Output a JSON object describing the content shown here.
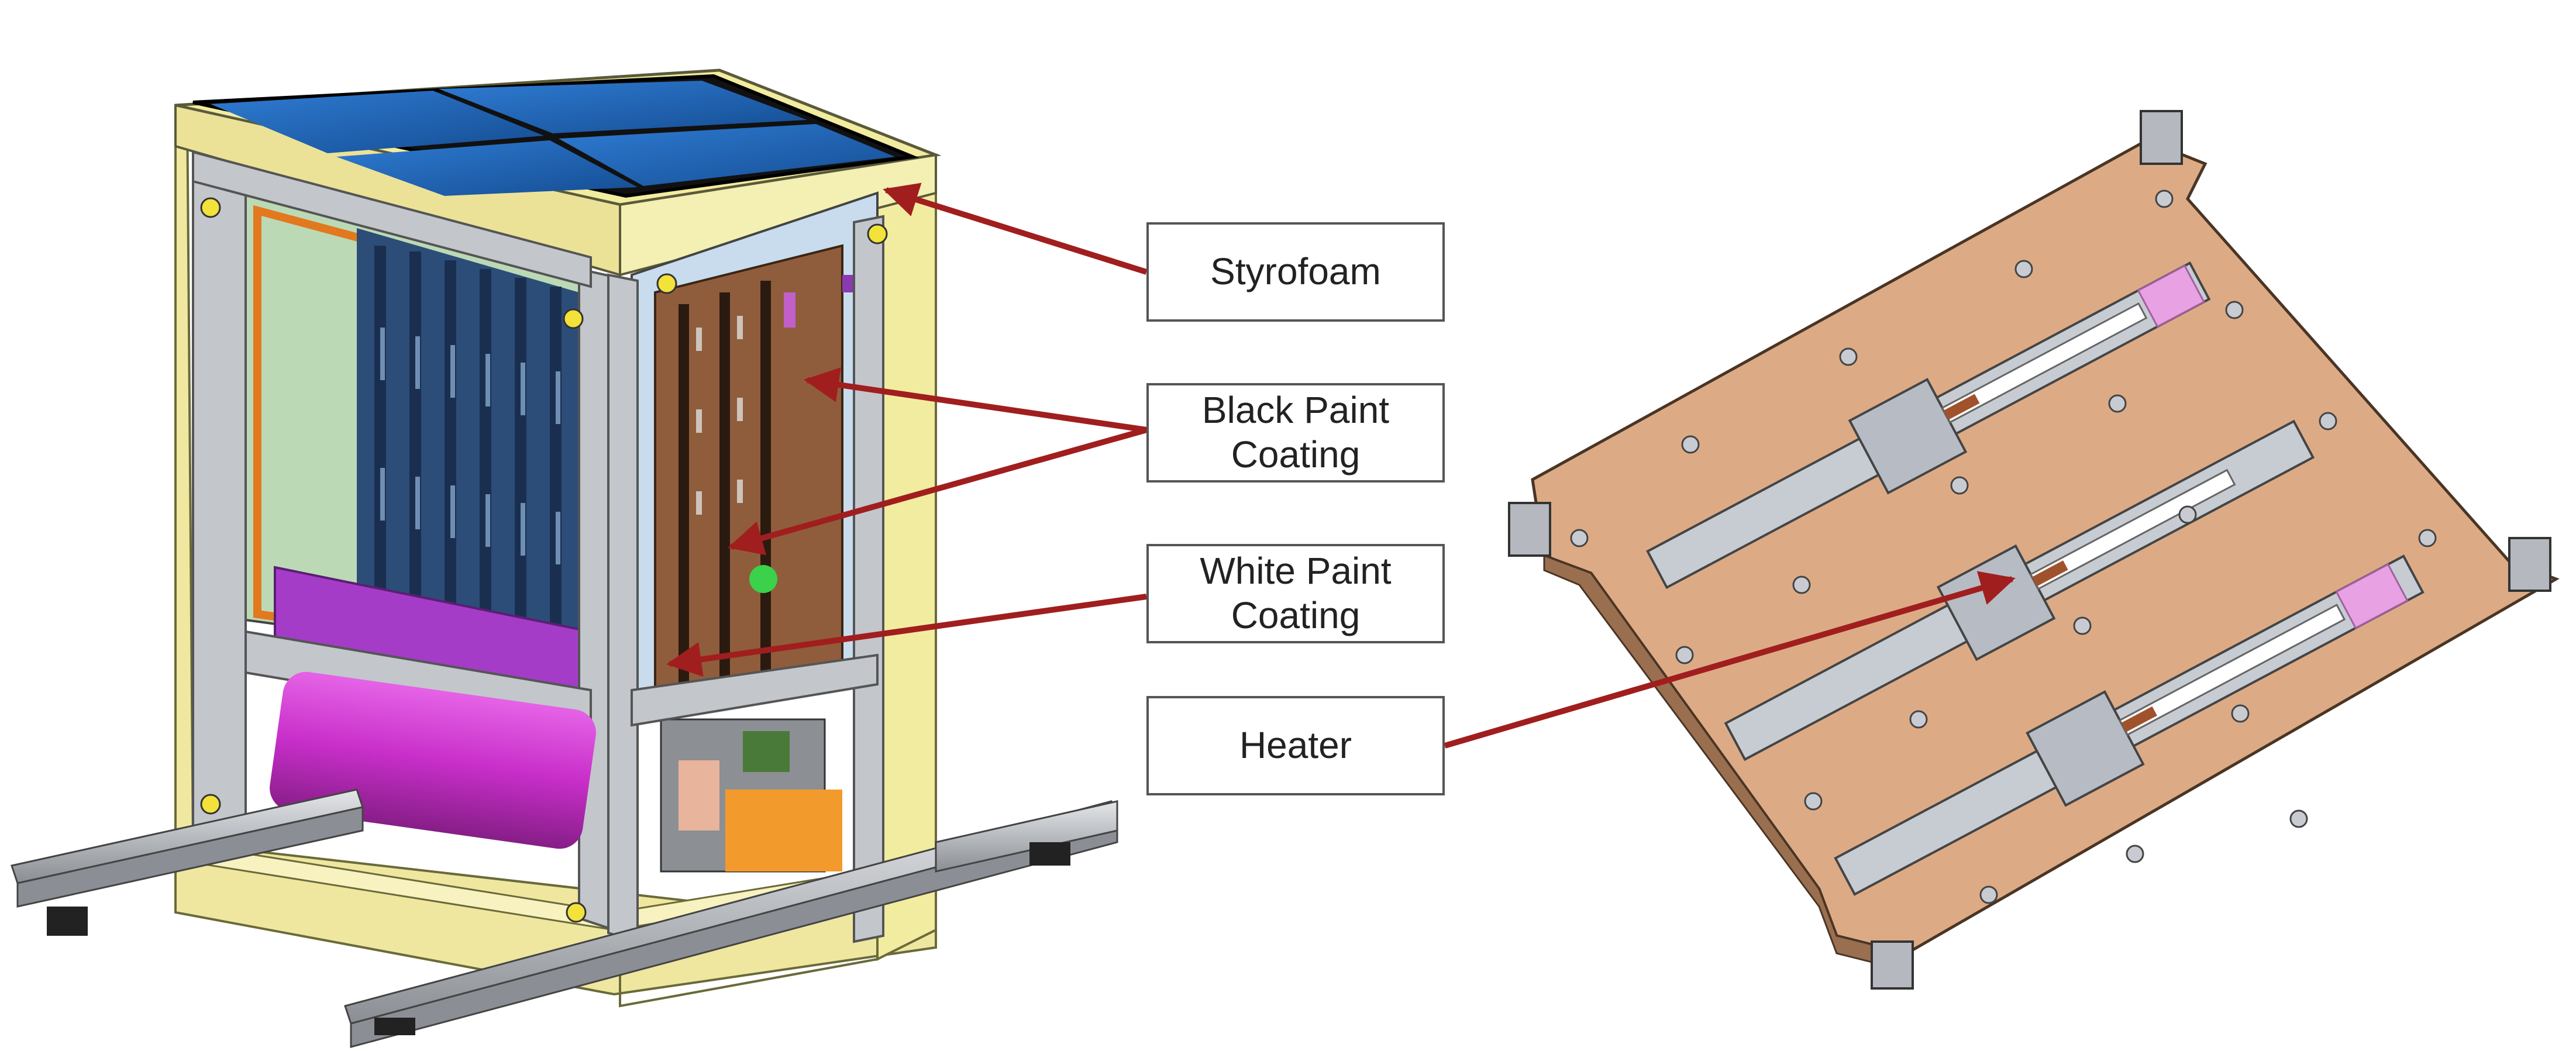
{
  "labels": {
    "styrofoam": "Styrofoam",
    "black_paint": [
      "Black Paint",
      "Coating"
    ],
    "white_paint": [
      "White Paint",
      "Coating"
    ],
    "heater": "Heater"
  },
  "colors": {
    "arrow": "#a11e1e",
    "styrofoam": "#f2eca0",
    "frame": "#b5b8bd",
    "solar_panel": "#1a5aa6",
    "blue_boards": "#2c4d78",
    "brown_panel": "#8f5d3c",
    "purple_bar": "#a43cc8",
    "magenta_cylinder": "#cc2fcf",
    "orange_base": "#f39a2c",
    "copper_plate": "#dcab86",
    "heater_strip": "#c7ccd3",
    "pink_pad": "#e8a2e4"
  }
}
